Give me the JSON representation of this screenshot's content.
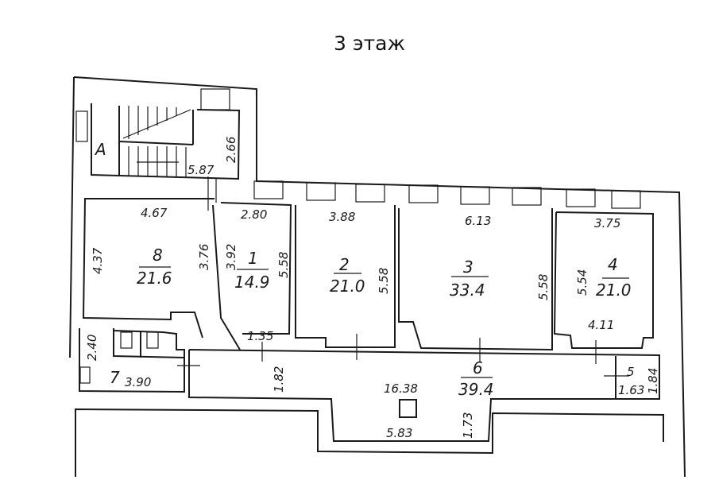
{
  "title": "3 этаж",
  "stair": {
    "label": "А",
    "dim_width": "5.87",
    "dim_height": "2.66"
  },
  "rooms": [
    {
      "number": "8",
      "area": "21.6",
      "dims": [
        "4.67",
        "4.37",
        "3.76"
      ]
    },
    {
      "number": "1",
      "area": "14.9",
      "dims": [
        "2.80",
        "3.92",
        "5.58",
        "1.35"
      ]
    },
    {
      "number": "2",
      "area": "21.0",
      "dims": [
        "3.88",
        "5.58"
      ]
    },
    {
      "number": "3",
      "area": "33.4",
      "dims": [
        "6.13",
        "5.58"
      ]
    },
    {
      "number": "4",
      "area": "21.0",
      "dims": [
        "3.75",
        "5.54",
        "4.11"
      ]
    },
    {
      "number": "6",
      "area": "39.4",
      "dims": [
        "16.38",
        "1.82",
        "1.73",
        "5.83"
      ]
    },
    {
      "number": "5",
      "dims": [
        "1.63",
        "1.84"
      ]
    },
    {
      "number": "7",
      "dims": [
        "2.40",
        "3.90"
      ]
    }
  ]
}
